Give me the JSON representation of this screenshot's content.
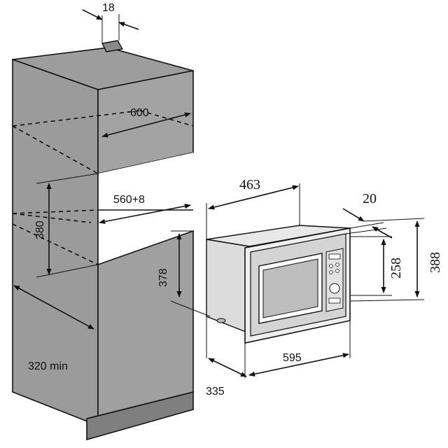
{
  "dimensions": {
    "panel_thickness": "18",
    "cabinet_width": "600",
    "niche_width": "560+8",
    "niche_height": "380",
    "niche_floor_height": "378",
    "cabinet_depth": "320 min",
    "appliance_depth": "463",
    "frame_depth": "20",
    "frame_width": "595",
    "appliance_height": "258",
    "frame_height": "388",
    "appliance_width": "335"
  },
  "colors": {
    "cabinet_gray": "#9b9b9b",
    "cabinet_dark": "#7f7f7f",
    "appliance_light": "#e4e4e4",
    "line": "#111111"
  }
}
